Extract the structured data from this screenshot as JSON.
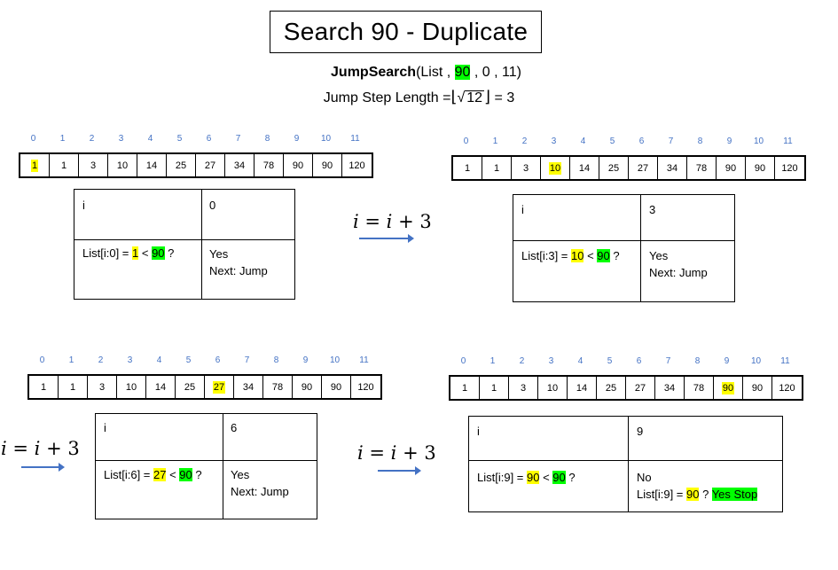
{
  "title": "Search 90  -  Duplicate",
  "call": {
    "fn": "JumpSearch",
    "open": "(List , ",
    "target": "90",
    "rest": " , 0 , 11)"
  },
  "step_length": {
    "label": "Jump Step Length  =",
    "radicand": "12",
    "result": "= 3"
  },
  "indices": [
    "0",
    "1",
    "2",
    "3",
    "4",
    "5",
    "6",
    "7",
    "8",
    "9",
    "10",
    "11"
  ],
  "array": [
    "1",
    "1",
    "3",
    "10",
    "14",
    "25",
    "27",
    "34",
    "78",
    "90",
    "90",
    "120"
  ],
  "step_formula": {
    "lhs": "i",
    "eq": " = ",
    "rhs_var": "i",
    "plus": " + ",
    "num": "3"
  },
  "panels": [
    {
      "highlight_index": 0,
      "i_label": "i",
      "i_value": "0",
      "cmp_prefix": "List[i:0] = ",
      "cmp_value": "1",
      "cmp_op": " < ",
      "cmp_target": "90",
      "cmp_suffix": " ?",
      "result_line1": "Yes",
      "result_line2": "Next: Jump"
    },
    {
      "highlight_index": 3,
      "i_label": "i",
      "i_value": "3",
      "cmp_prefix": "List[i:3] = ",
      "cmp_value": "10",
      "cmp_op": " < ",
      "cmp_target": "90",
      "cmp_suffix": " ?",
      "result_line1": "Yes",
      "result_line2": "Next: Jump"
    },
    {
      "highlight_index": 6,
      "i_label": "i",
      "i_value": "6",
      "cmp_prefix": "List[i:6] = ",
      "cmp_value": "27",
      "cmp_op": " < ",
      "cmp_target": "90",
      "cmp_suffix": " ?",
      "result_line1": "Yes",
      "result_line2": "Next: Jump"
    },
    {
      "highlight_index": 9,
      "i_label": "i",
      "i_value": "9",
      "cmp_prefix": "List[i:9] = ",
      "cmp_value": "90",
      "cmp_op": " < ",
      "cmp_target": "90",
      "cmp_suffix": " ?",
      "result_line1": "No",
      "result_line2_prefix": "List[i:9] = ",
      "result_line2_value": "90",
      "result_line2_mid": " ? ",
      "result_line2_stop": "Yes Stop"
    }
  ],
  "colors": {
    "highlight_yellow": "#ffff00",
    "highlight_green": "#00ff00",
    "index_blue": "#4472c4",
    "arrow_blue": "#4472c4"
  }
}
